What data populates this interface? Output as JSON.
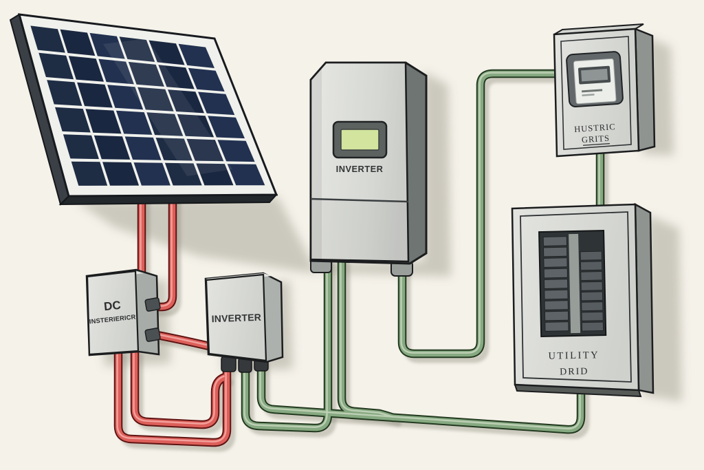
{
  "diagram": {
    "background_color": "#f5f2ea",
    "solar_panel": {
      "grid_rows": 6,
      "grid_cols": 6,
      "cell_colors": [
        "#1e2c44",
        "#1a2740",
        "#223150"
      ],
      "frame_color": "#f0f1ed"
    },
    "labels": {
      "dc_disconnect_line1": "DC",
      "dc_disconnect_line2": "INSTERIERICR",
      "string_inverter": "INVERTER",
      "main_inverter": "INVERTER",
      "meter_line1": "HUSTRIC",
      "meter_line2": "GRITS",
      "utility_line1": "UTILITY",
      "utility_line2": "DRID"
    },
    "wires": {
      "dc": {
        "color": "#dd5f5a",
        "outline": "#5f1412",
        "highlight": "#f4a9a4"
      },
      "ac": {
        "color": "#86a981",
        "outline": "#22391f",
        "highlight": "#c3d4ba"
      }
    },
    "inverter_screen_color": "#d2e49e",
    "utility_breakers": {
      "left_count": 9,
      "right_count": 8
    }
  }
}
